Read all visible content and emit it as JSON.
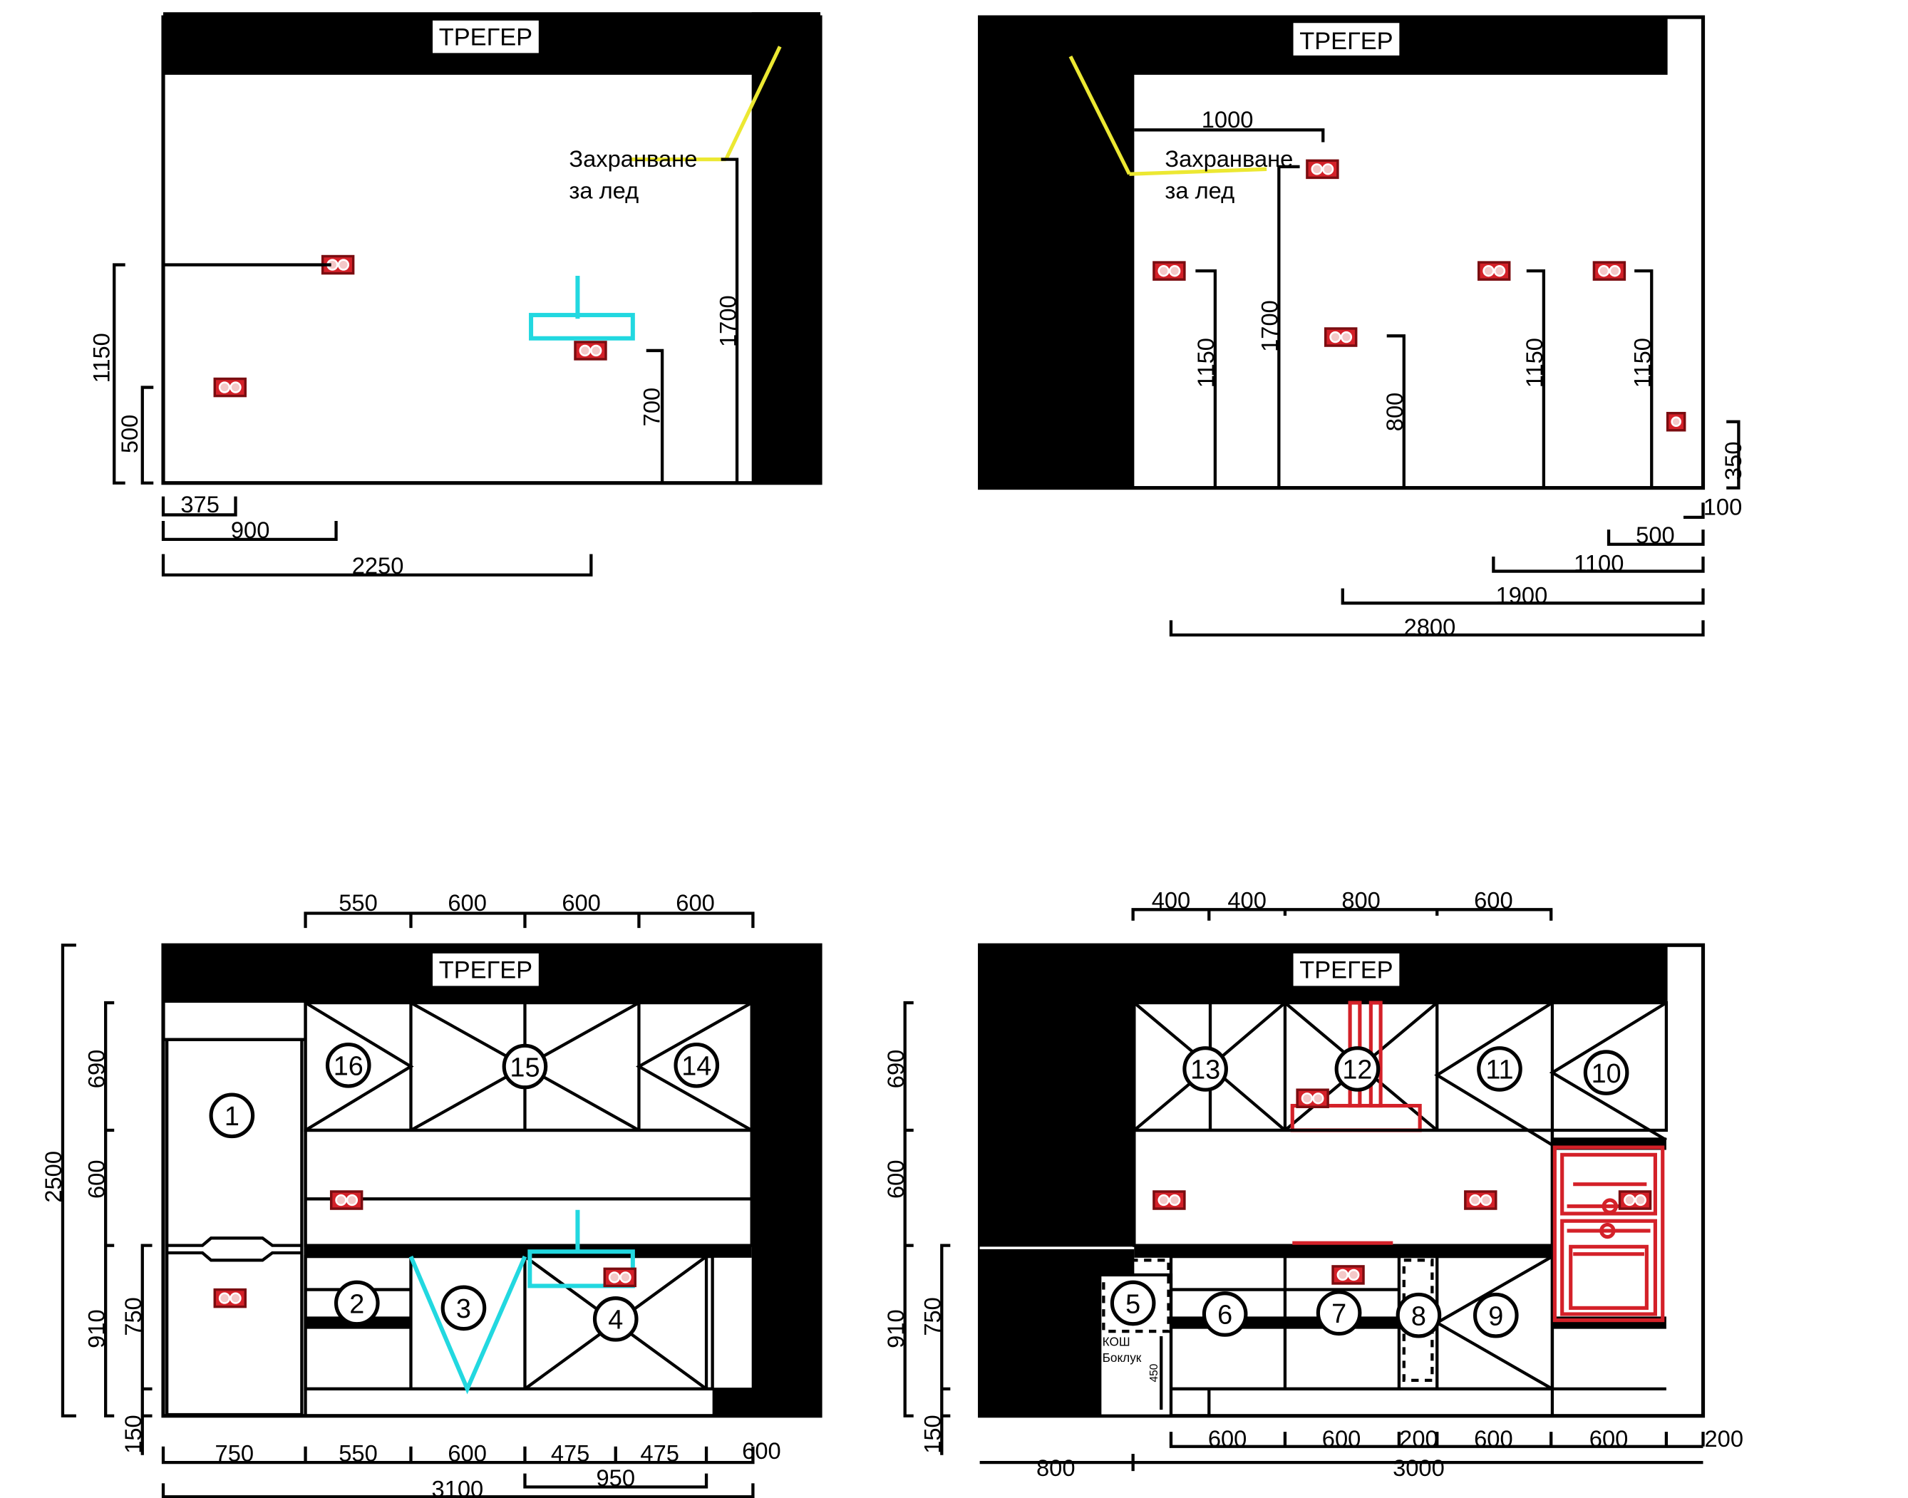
{
  "beam_label": "ТРЕГЕР",
  "note": {
    "line1": "Захранване",
    "line2": "за лед"
  },
  "bin_label": {
    "line1": "КОШ",
    "line2": "Боклук"
  },
  "bin_height": "450",
  "colors": {
    "socket": "#d42129",
    "sink": "#22d8e0",
    "led_supply": "#ece832",
    "appliance": "#d42129"
  },
  "icons": [
    "socket-icon",
    "sink-icon",
    "led-supply-line"
  ],
  "view_tl": {
    "dims": {
      "d375": "375",
      "d900": "900",
      "d2250": "2250",
      "d500": "500",
      "d1150": "1150",
      "d700": "700",
      "d1700": "1700"
    }
  },
  "view_tr": {
    "dims": {
      "d1000": "1000",
      "d1150a": "1150",
      "d1700": "1700",
      "d800": "800",
      "d1150b": "1150",
      "d1150c": "1150",
      "d350": "350",
      "d100": "100",
      "d500": "500",
      "d1100": "1100",
      "d1900": "1900",
      "d2800": "2800"
    }
  },
  "view_bl": {
    "top_dims": [
      "550",
      "600",
      "600",
      "600"
    ],
    "bottom_dims": [
      "750",
      "550",
      "600",
      "475",
      "475",
      "600"
    ],
    "d950": "950",
    "d3100": "3100",
    "side_dims": {
      "d2500": "2500",
      "d690": "690",
      "d600": "600",
      "d910": "910",
      "d750": "750",
      "d150": "150"
    },
    "modules": [
      "1",
      "2",
      "3",
      "4",
      "14",
      "15",
      "16"
    ]
  },
  "view_br": {
    "top_dims": [
      "400",
      "400",
      "800",
      "600"
    ],
    "bottom_dims": [
      "600",
      "600",
      "200",
      "600",
      "600"
    ],
    "d200": "200",
    "d800": "800",
    "d3000": "3000",
    "side_dims": {
      "d690": "690",
      "d600": "600",
      "d910": "910",
      "d750": "750",
      "d150": "150"
    },
    "modules": [
      "5",
      "6",
      "7",
      "8",
      "9",
      "10",
      "11",
      "12",
      "13"
    ]
  }
}
